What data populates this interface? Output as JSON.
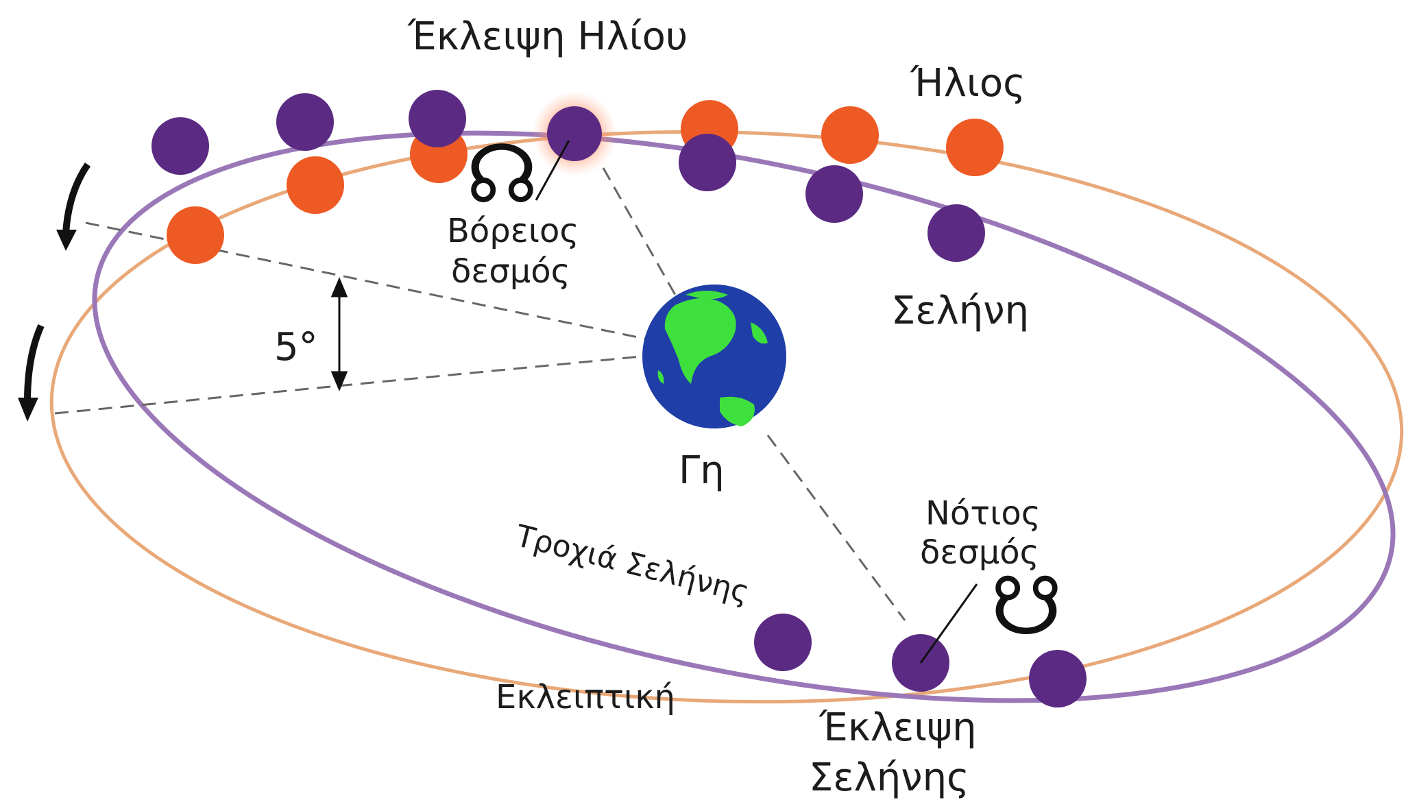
{
  "labels": {
    "solar_eclipse": "Έκλειψη Ηλίου",
    "sun": "Ήλιος",
    "north_node_line1": "Βόρειος",
    "north_node_line2": "δεσμός",
    "moon": "Σελήνη",
    "angle": "5°",
    "earth": "Γη",
    "south_node_line1": "Νότιος",
    "south_node_line2": "δεσμός",
    "moon_orbit": "Τροχιά Σελήνης",
    "ecliptic": "Εκλειπτική",
    "lunar_eclipse_line1": "Έκλειψη",
    "lunar_eclipse_line2": "Σελήνης"
  },
  "symbols": {
    "north_node": "☊",
    "south_node": "☋"
  },
  "colors": {
    "ecliptic": "#e8a878",
    "moon_orbit": "#9a78b8",
    "sun": "#ee5a24",
    "moon": "#5b2a82",
    "earth_ocean": "#1f3ea8",
    "earth_land": "#3ee03e"
  }
}
